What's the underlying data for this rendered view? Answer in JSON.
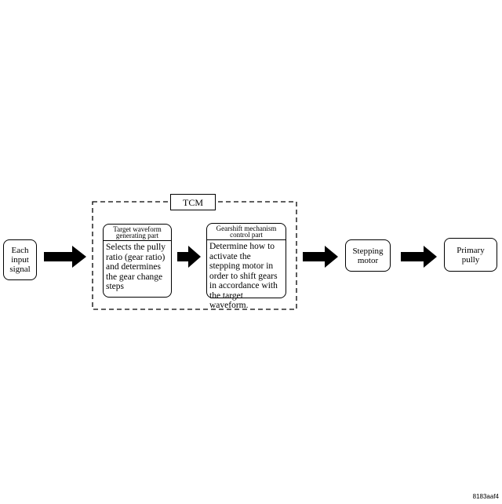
{
  "nodes": {
    "input": {
      "label": "Each input signal"
    },
    "tcm": {
      "label": "TCM"
    },
    "target": {
      "header": "Target waveform generating part",
      "body": "Selects the pully ratio (gear ratio) and determines the gear change steps"
    },
    "gearshift": {
      "header": "Gearshift mechanism control part",
      "body": "Determine how to activate the stepping motor in order to shift gears in accordance with the target waveform."
    },
    "stepping": {
      "label": "Stepping motor"
    },
    "primary": {
      "label": "Primary pully"
    }
  },
  "figure_code": "8183aaf4"
}
